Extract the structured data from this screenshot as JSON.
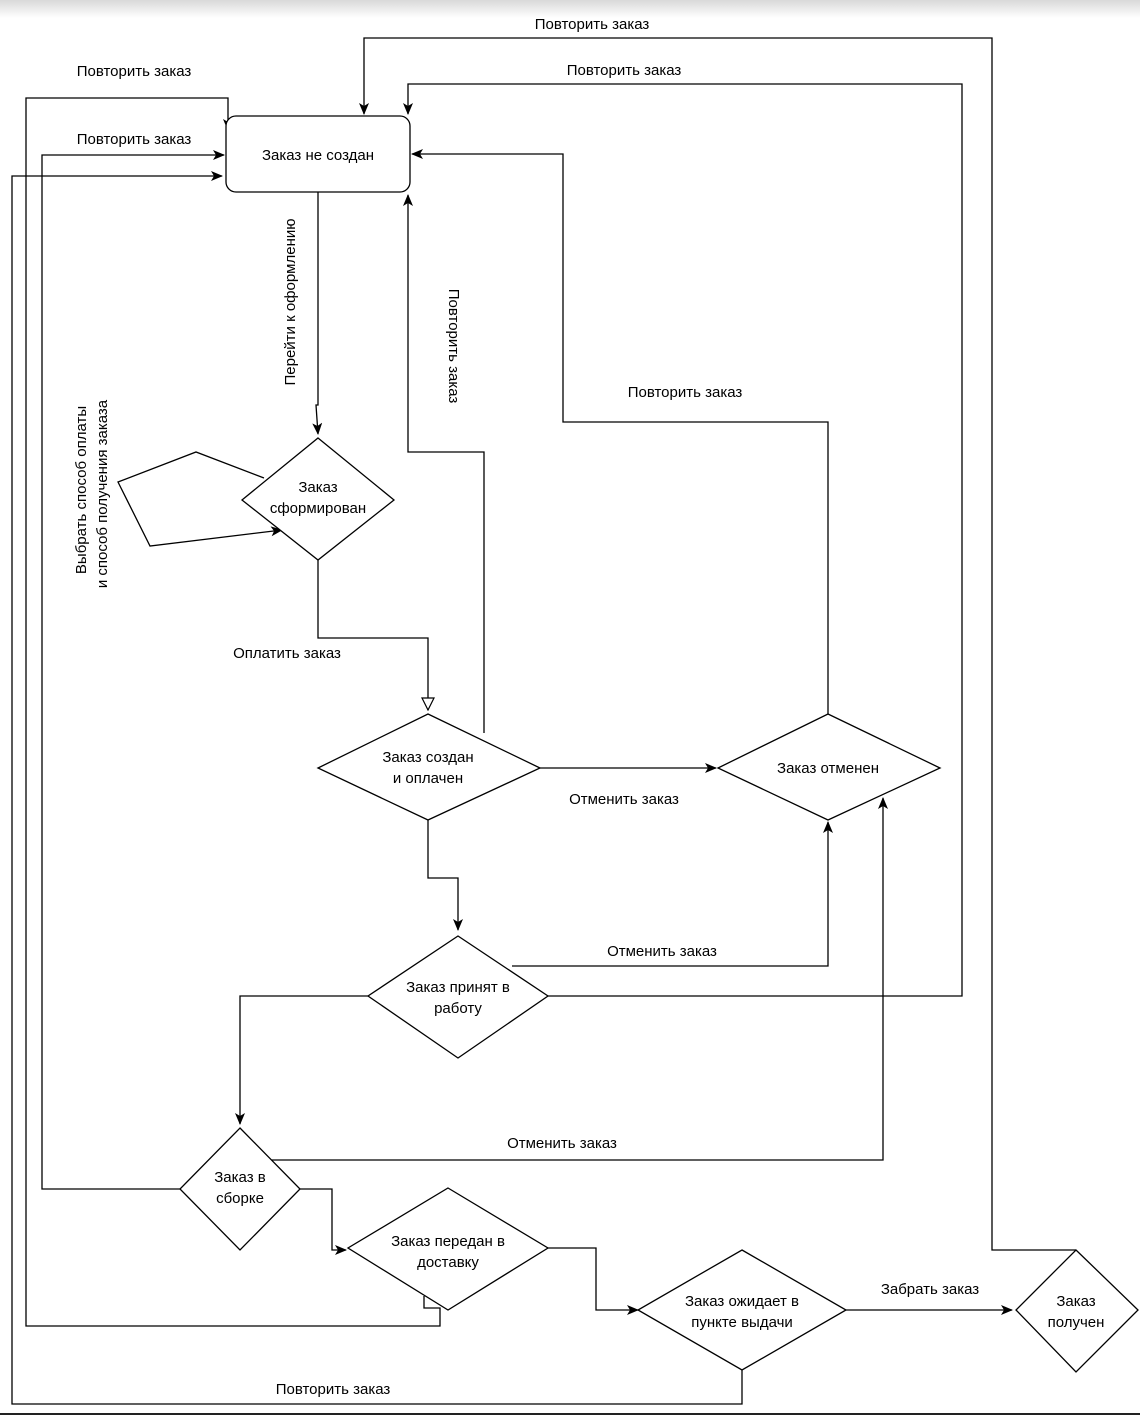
{
  "nodes": {
    "not_created": [
      "Заказ  не создан"
    ],
    "formed": [
      "Заказ",
      "сформирован"
    ],
    "created_paid": [
      "Заказ создан",
      "и оплачен"
    ],
    "cancelled": [
      "Заказ отменен"
    ],
    "accepted": [
      "Заказ принят в",
      "работу"
    ],
    "assembly": [
      "Заказ в",
      "сборке"
    ],
    "delivery": [
      "Заказ передан в",
      "доставку"
    ],
    "waiting": [
      "Заказ ожидает в",
      "пункте выдачи"
    ],
    "received": [
      "Заказ",
      "получен"
    ]
  },
  "edges": {
    "go_checkout": "Перейти к оформлению",
    "choose_payment": [
      "Выбрать способ оплаты",
      "и способ получения заказа"
    ],
    "pay_order": "Оплатить заказ",
    "cancel_1": "Отменить заказ",
    "cancel_2": "Отменить заказ",
    "cancel_3": "Отменить заказ",
    "pick_up": "Забрать заказ",
    "repeat_top": "Повторить заказ",
    "repeat_right": "Повторить заказ",
    "repeat_left_1": "Повторить заказ",
    "repeat_left_2": "Повторить заказ",
    "repeat_vertical": "Повторить заказ",
    "repeat_cancelled": "Повторить заказ",
    "repeat_bottom": "Повторить заказ"
  }
}
